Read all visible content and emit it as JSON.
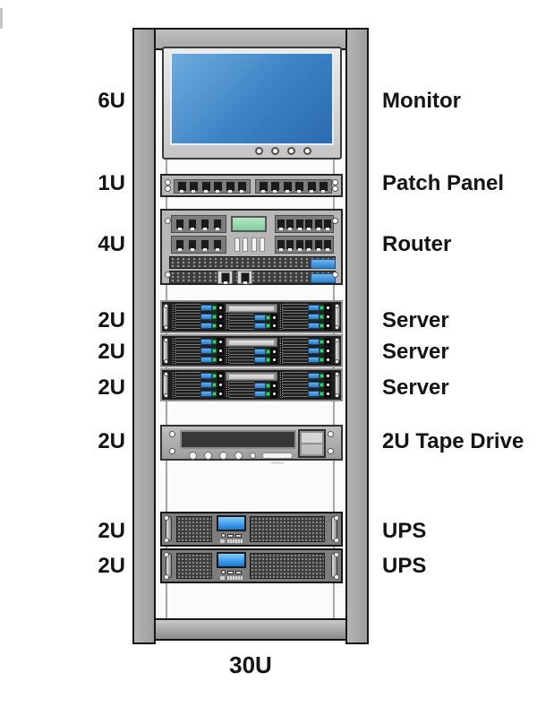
{
  "rack": {
    "capacity_label": "30U",
    "slots": [
      {
        "size": "6U",
        "device": "Monitor",
        "type": "monitor"
      },
      {
        "size": "1U",
        "device": "Patch Panel",
        "type": "patch-panel"
      },
      {
        "size": "4U",
        "device": "Router",
        "type": "router"
      },
      {
        "size": "2U",
        "device": "Server",
        "type": "server"
      },
      {
        "size": "2U",
        "device": "Server",
        "type": "server"
      },
      {
        "size": "2U",
        "device": "Server",
        "type": "server"
      },
      {
        "size": "2U",
        "device": "2U Tape Drive",
        "type": "tape-drive"
      },
      {
        "size": "2U",
        "device": "UPS",
        "type": "ups"
      },
      {
        "size": "2U",
        "device": "UPS",
        "type": "ups"
      }
    ]
  },
  "colors": {
    "monitor_screen_blue": "#3b82c4",
    "router_lcd_green": "#98dcae",
    "ups_lcd_blue": "#42a0ec",
    "drive_latch_blue": "#3d8fd6",
    "led_green": "#41cf6d",
    "accent_pill_blue": "#4a9ee2",
    "rack_frame_gray": "#a8a8a8"
  }
}
